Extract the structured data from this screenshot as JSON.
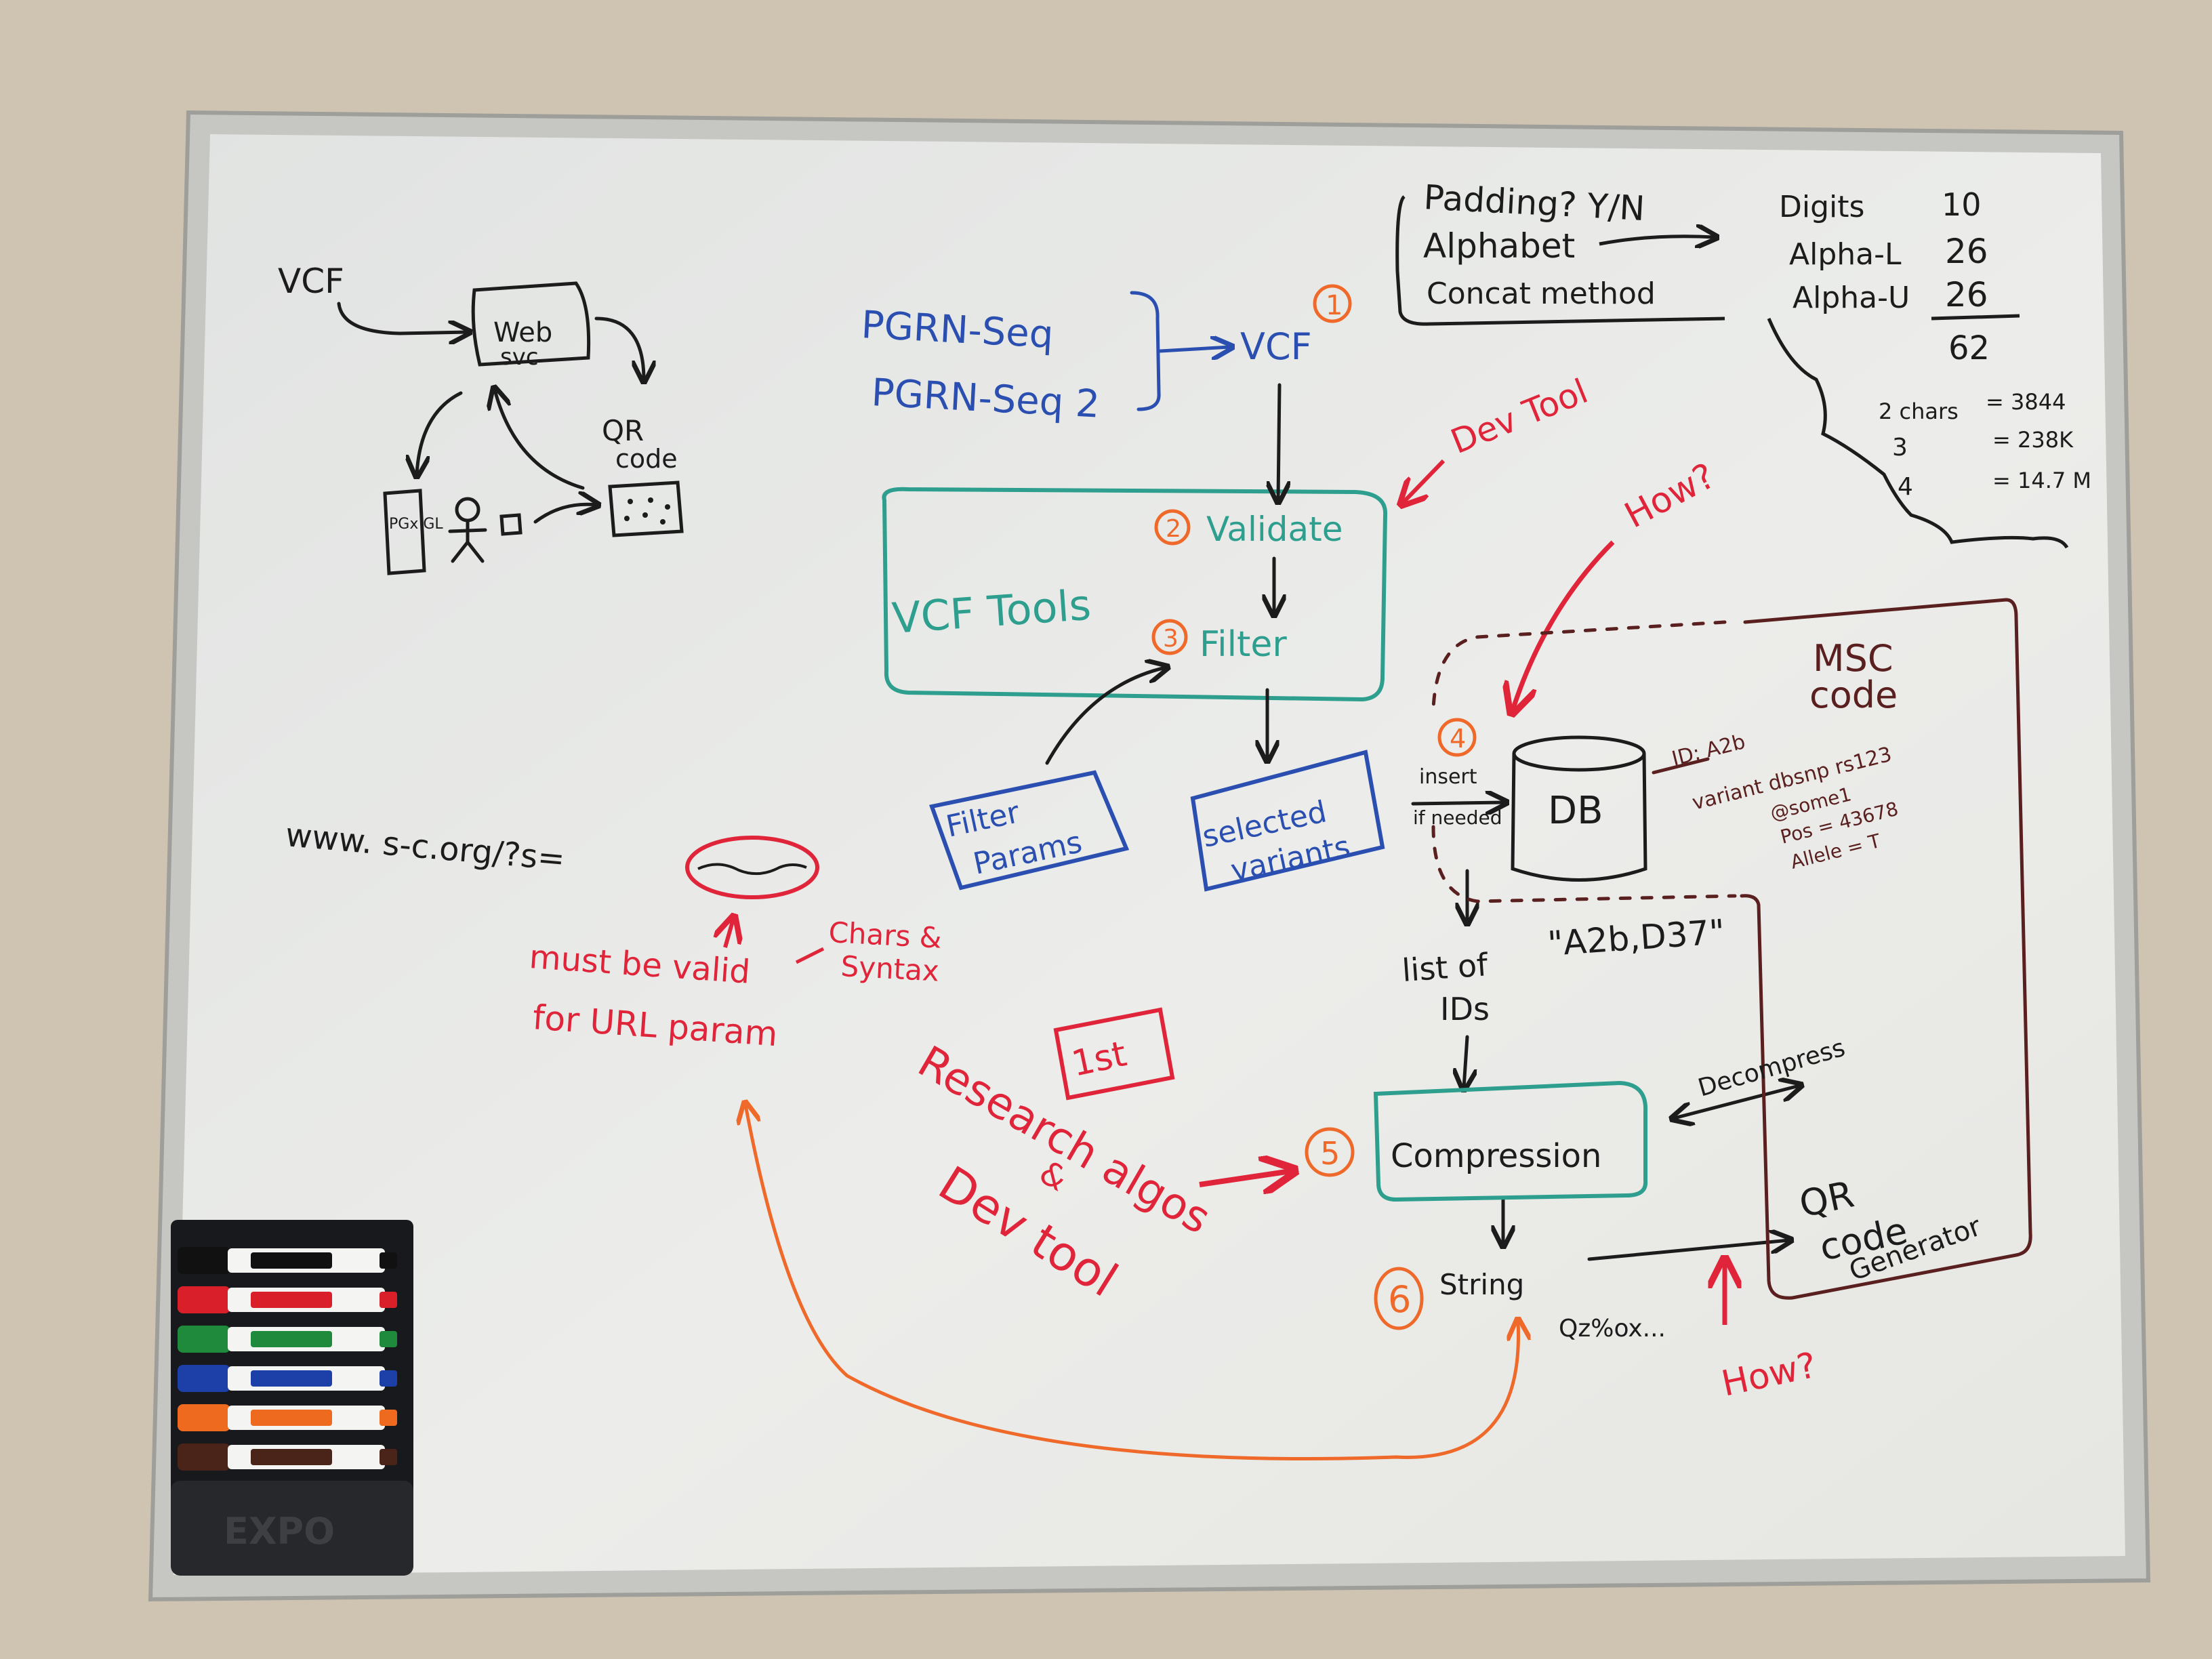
{
  "colors": {
    "wall": "#cfc4b2",
    "frame": "#c9c9c6",
    "board": "#e6e7e4",
    "black_ink": "#1c1c1c",
    "blue_ink": "#2a4fb0",
    "teal_ink": "#2e9f8e",
    "red_ink": "#e0253a",
    "orange_ink": "#ef6a2a",
    "brown_ink": "#5a1f1f"
  },
  "left_diagram": {
    "vcf": "VCF",
    "web_svc_line1": "Web",
    "web_svc_line2": "svc",
    "qr_line1": "QR",
    "qr_line2": "code",
    "phone_text": "PGx GL"
  },
  "pipeline": {
    "source1": "PGRN-Seq",
    "source2": "PGRN-Seq 2",
    "vcf": "VCF",
    "step1": "1",
    "dev_tool": "Dev Tool",
    "step2": "2",
    "validate": "Validate",
    "vcf_tools": "VCF Tools",
    "step3": "3",
    "filter": "Filter",
    "filter_params_line1": "Filter",
    "filter_params_line2": "Params",
    "selected_variants_line1": "selected",
    "selected_variants_line2": "variants",
    "how_top": "How?",
    "msc_line1": "MSC",
    "msc_line2": "code",
    "step4": "4",
    "insert_line1": "insert",
    "insert_line2": "if needed",
    "db": "DB",
    "db_note1": "ID: A2b",
    "db_note2": "variant dbsnp rs123",
    "db_note3": "@some1",
    "db_note4": "Pos = 43678",
    "db_note5": "Allele = T",
    "list_of": "list of",
    "ids_example": "\"A2b,D37\"",
    "ids": "IDs",
    "step5": "5",
    "compression": "Compression",
    "decompress": "Decompress",
    "qr_gen_line1": "QR",
    "qr_gen_line2": "code",
    "qr_gen_line3": "Generator",
    "step6": "6",
    "string": "String",
    "string_example": "Qz%ox...",
    "how_bottom": "How?"
  },
  "encoding_notes": {
    "padding": "Padding? Y/N",
    "alphabet": "Alphabet",
    "concat": "Concat method",
    "digits_label": "Digits",
    "digits_value": "10",
    "alpha_l_label": "Alpha-L",
    "alpha_l_value": "26",
    "alpha_u_label": "Alpha-U",
    "alpha_u_value": "26",
    "total": "62",
    "chars2_label": "2 chars",
    "chars2_value": "= 3844",
    "chars3_label": "3",
    "chars3_value": "= 238K",
    "chars4_label": "4",
    "chars4_value": "= 14.7 M"
  },
  "url_section": {
    "url": "www. s-c.org/?s=",
    "must_be_valid": "must be valid",
    "for_url_param": "for URL param",
    "chars_line1": "Chars &",
    "chars_line2": "Syntax",
    "first_box": "1st",
    "research_line1": "Research algos",
    "research_line2": "&",
    "research_line3": "Dev tool"
  },
  "tray": {
    "markers": [
      {
        "name": "black",
        "color": "#111111"
      },
      {
        "name": "red",
        "color": "#d9202a"
      },
      {
        "name": "green",
        "color": "#1f8a3b"
      },
      {
        "name": "blue",
        "color": "#1d3fa8"
      },
      {
        "name": "orange",
        "color": "#ee6a1e"
      },
      {
        "name": "brown",
        "color": "#4a2418"
      }
    ],
    "brand": "EXPO"
  }
}
